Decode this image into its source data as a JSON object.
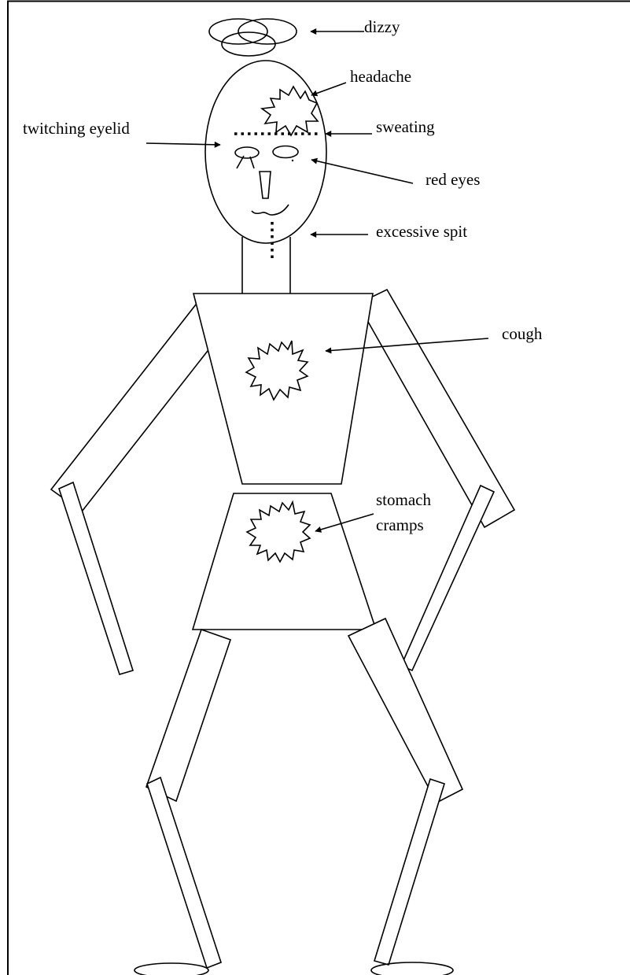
{
  "labels": {
    "dizzy": "dizzy",
    "headache": "headache",
    "twitching_eyelid": "twitching eyelid",
    "sweating": "sweating",
    "red_eyes": "red eyes",
    "excessive_spit": "excessive spit",
    "cough": "cough",
    "stomach_cramps_line1": "stomach",
    "stomach_cramps_line2": "cramps"
  }
}
